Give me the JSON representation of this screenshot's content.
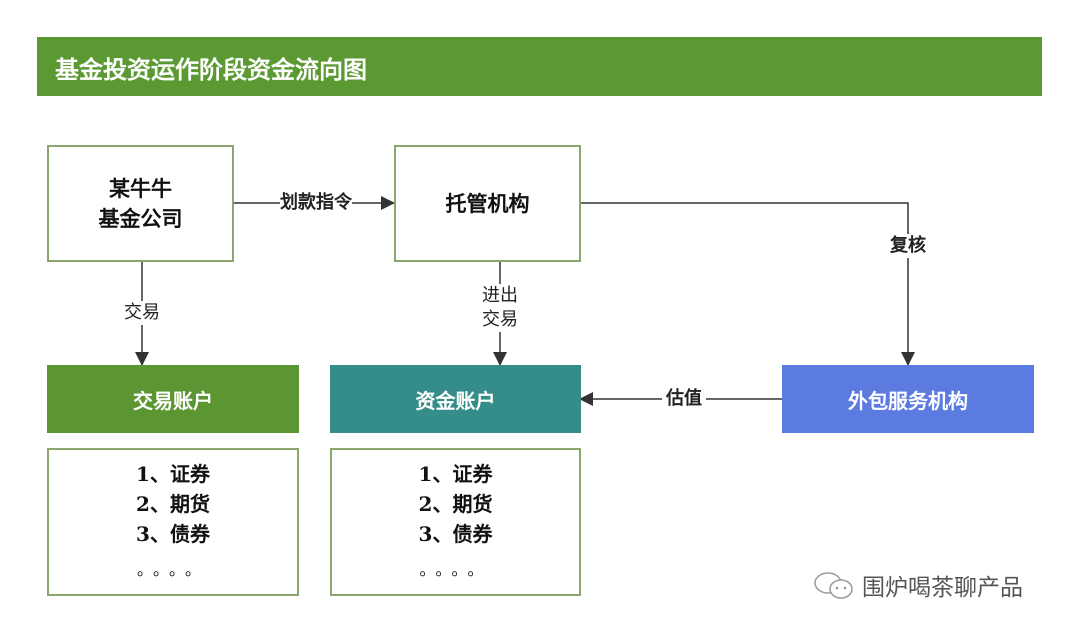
{
  "title": "基金投资运作阶段资金流向图",
  "nodes": {
    "fund_company": [
      "某牛牛",
      "基金公司"
    ],
    "custodian": "托管机构",
    "trading_account": "交易账户",
    "capital_account": "资金账户",
    "outsourcing": "外包服务机构"
  },
  "edges": {
    "transfer_instruction": "划款指令",
    "review": "复核",
    "trade": "交易",
    "in_out_trade": [
      "进出",
      "交易"
    ],
    "valuation": "估值"
  },
  "lists": {
    "trading": [
      "1、证券",
      "2、期货",
      "3、债券",
      "。。。。"
    ],
    "capital": [
      "1、证券",
      "2、期货",
      "3、债券",
      "。。。。"
    ]
  },
  "watermark": "围炉喝茶聊产品",
  "colors": {
    "header": "#5b9a33",
    "trading": "#5b9633",
    "capital": "#358d8a",
    "outsourcing": "#5b7be0"
  }
}
